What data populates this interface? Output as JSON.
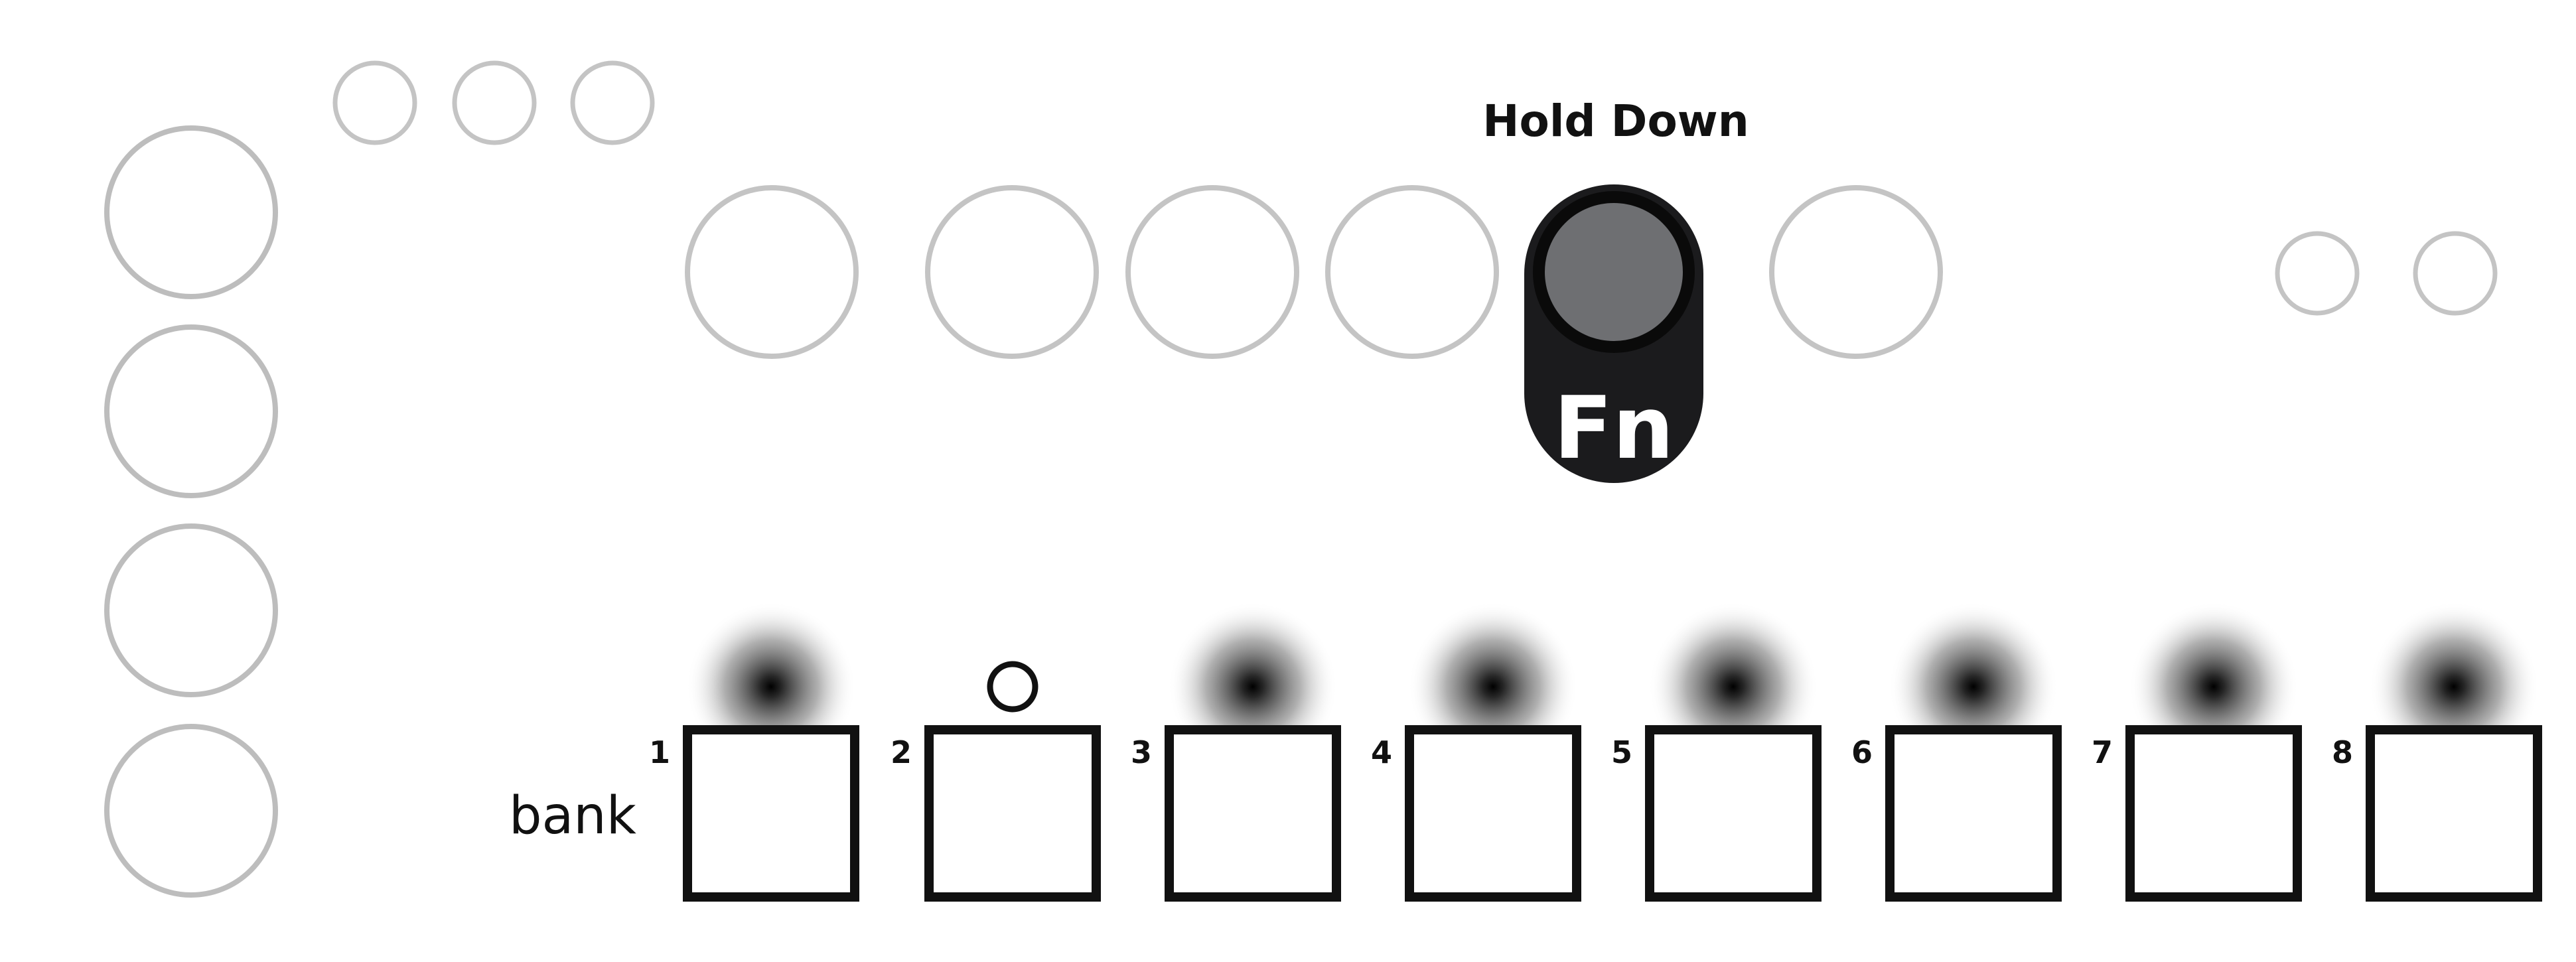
{
  "hold_label": "Hold Down",
  "fn_label": "Fn",
  "bank_label": "bank",
  "pad_numbers": [
    "1",
    "2",
    "3",
    "4",
    "5",
    "6",
    "7",
    "8"
  ],
  "lit_pads": [
    1,
    3,
    4,
    5,
    6,
    7,
    8
  ],
  "unlit_pad_marker": 2,
  "colors": {
    "outline_gray": "#bdbdbd",
    "knob_black": "#1b1b1d",
    "knob_gray": "#6e6f72",
    "pad_border": "#111111",
    "glow_center": "#000000",
    "text": "#111111"
  }
}
